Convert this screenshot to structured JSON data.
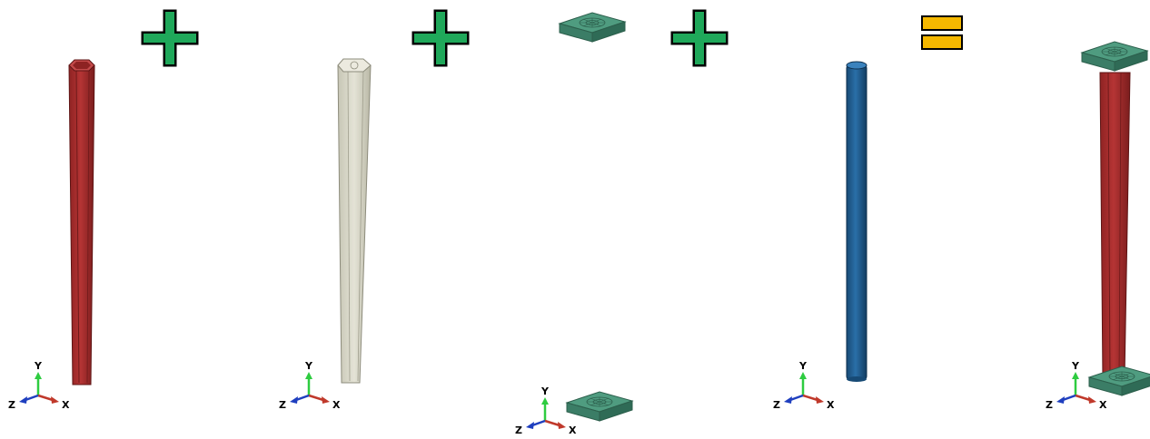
{
  "diagram": {
    "operators": [
      "+",
      "+",
      "+",
      "="
    ],
    "parts": [
      {
        "name": "steel-tube",
        "color": "#a52b2b",
        "shape": "hexagonal-prism"
      },
      {
        "name": "concrete-core",
        "color": "#d8d7c8",
        "shape": "hexagonal-prism"
      },
      {
        "name": "end-plates",
        "color": "#3f8c70",
        "shape": "square-plate"
      },
      {
        "name": "reinforcement-bar",
        "color": "#1f5f93",
        "shape": "cylinder"
      },
      {
        "name": "assembled-column",
        "color": "#a52b2b",
        "shape": "assembly"
      }
    ],
    "colors": {
      "plus_fill": "#1fa85a",
      "equals_fill": "#f5b800",
      "operator_outline": "#000000",
      "axis_x": "#c0392b",
      "axis_y": "#2ecc40",
      "axis_z": "#1f3fbf"
    },
    "triads": [
      {
        "x": "X",
        "y": "Y",
        "z": "Z"
      },
      {
        "x": "X",
        "y": "Y",
        "z": "Z"
      },
      {
        "x": "X",
        "y": "Y",
        "z": "Z"
      },
      {
        "x": "X",
        "y": "Y",
        "z": "Z"
      },
      {
        "x": "X",
        "y": "Y",
        "z": "Z"
      }
    ]
  }
}
